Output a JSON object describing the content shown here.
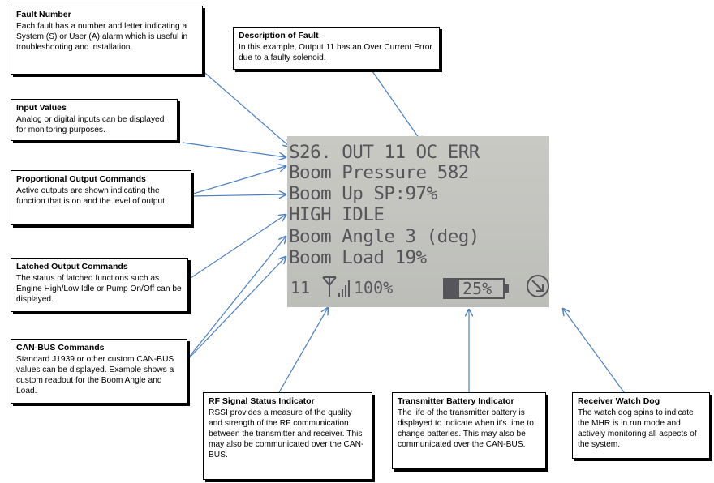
{
  "callouts": {
    "fault_number": {
      "title": "Fault Number",
      "body": "Each fault has a number and letter indicating a System (S) or User (A) alarm which is useful in troubleshooting and installation."
    },
    "description_of_fault": {
      "title": "Description of Fault",
      "body": "In this example, Output 11 has an Over Current Error due to a faulty solenoid."
    },
    "input_values": {
      "title": "Input Values",
      "body": "Analog or digital inputs can be displayed for monitoring purposes."
    },
    "proportional_output": {
      "title": "Proportional Output Commands",
      "body": "Active outputs are shown indicating the function that is on and the level of output."
    },
    "latched_output": {
      "title": "Latched Output Commands",
      "body": "The status of latched functions such as Engine High/Low Idle or Pump On/Off can be displayed."
    },
    "canbus_commands": {
      "title": "CAN-BUS Commands",
      "body": "Standard J1939 or other custom CAN-BUS values can be displayed. Example shows a custom readout for the Boom Angle and Load."
    },
    "rf_signal": {
      "title": "RF Signal Status Indicator",
      "body": "RSSI provides a measure of the quality and strength of the RF communication between the transmitter and receiver. This may also be communicated over the CAN-BUS."
    },
    "transmitter_battery": {
      "title": "Transmitter Battery Indicator",
      "body": "The life of the transmitter battery is displayed to indicate when it's time to change batteries. This may also be communicated over the CAN-BUS."
    },
    "watch_dog": {
      "title": "Receiver Watch Dog",
      "body": "The watch dog spins to indicate the MHR is in run mode and actively monitoring all aspects of the system."
    }
  },
  "display": {
    "lines": [
      "S26. OUT 11 OC ERR",
      "Boom Pressure 582",
      "Boom Up SP:97%",
      "HIGH IDLE",
      "Boom Angle 3 (deg)",
      "Boom Load 19%"
    ],
    "channel": "11",
    "signal_percent": "100%",
    "battery_percent": "25%",
    "battery_level": 0.25,
    "icons": [
      "antenna-icon",
      "signal-bars-icon",
      "battery-icon",
      "watchdog-icon"
    ]
  },
  "colors": {
    "arrow": "#4a7fc1",
    "lcd_text": "#55555a"
  }
}
